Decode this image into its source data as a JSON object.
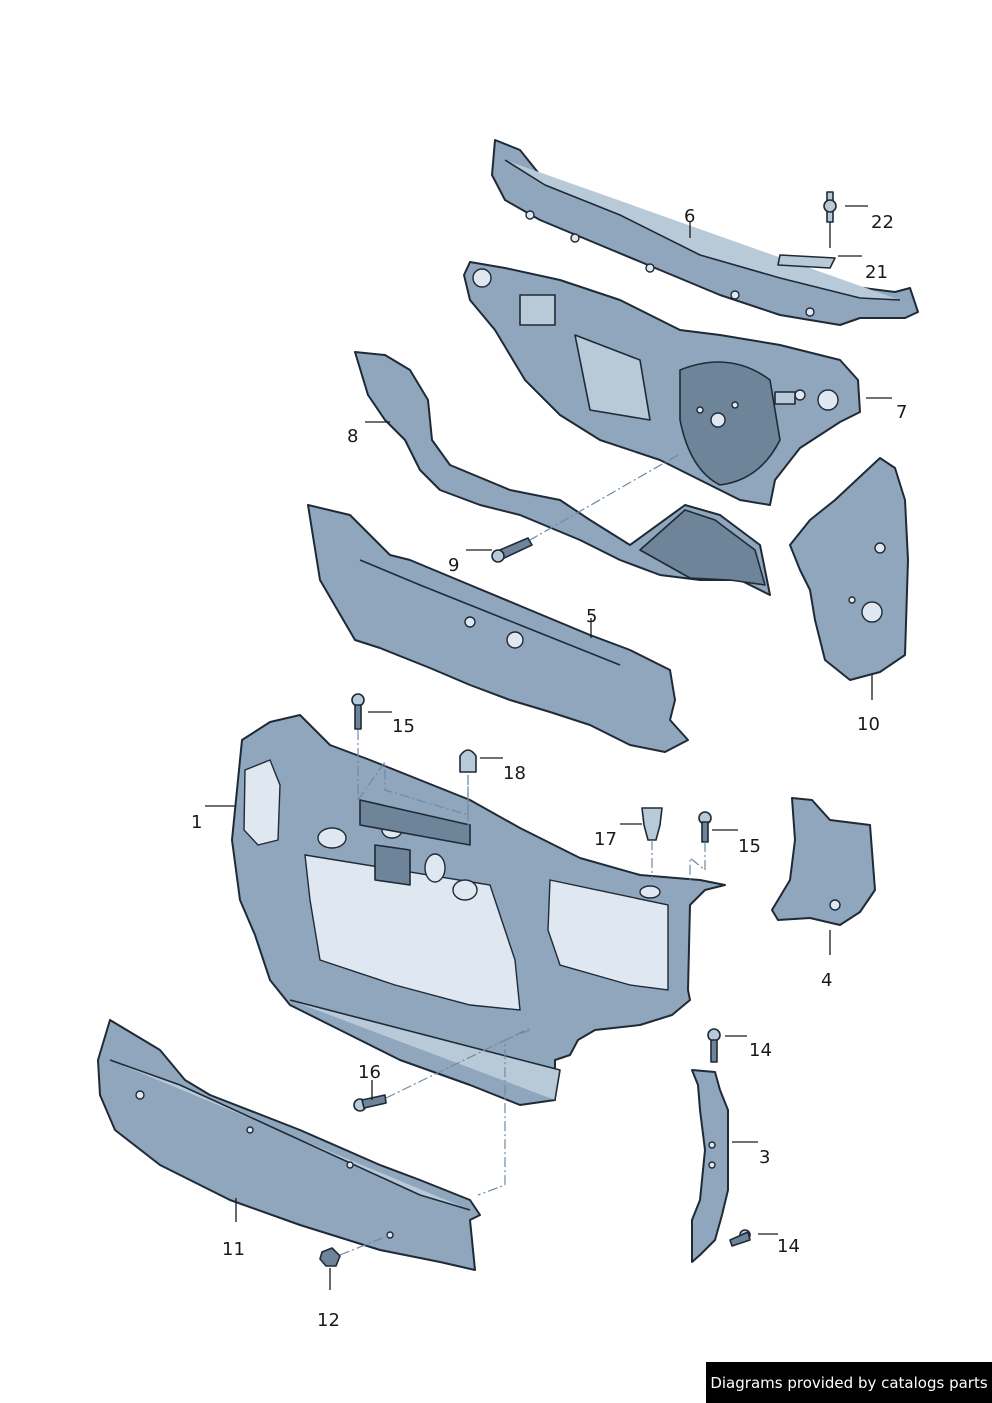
{
  "diagram": {
    "callouts": {
      "c1": "1",
      "c3": "3",
      "c4": "4",
      "c5": "5",
      "c6": "6",
      "c7": "7",
      "c8": "8",
      "c9": "9",
      "c10": "10",
      "c11": "11",
      "c12": "12",
      "c14a": "14",
      "c14b": "14",
      "c15a": "15",
      "c15b": "15",
      "c16": "16",
      "c17": "17",
      "c18": "18",
      "c21": "21",
      "c22": "22"
    }
  },
  "footer": {
    "credit": "Diagrams provided by catalogs parts"
  },
  "colors": {
    "part_fill": "#8fa6bd",
    "part_outline": "#1f2a36",
    "banner_bg": "#000000",
    "banner_text": "#ffffff"
  }
}
